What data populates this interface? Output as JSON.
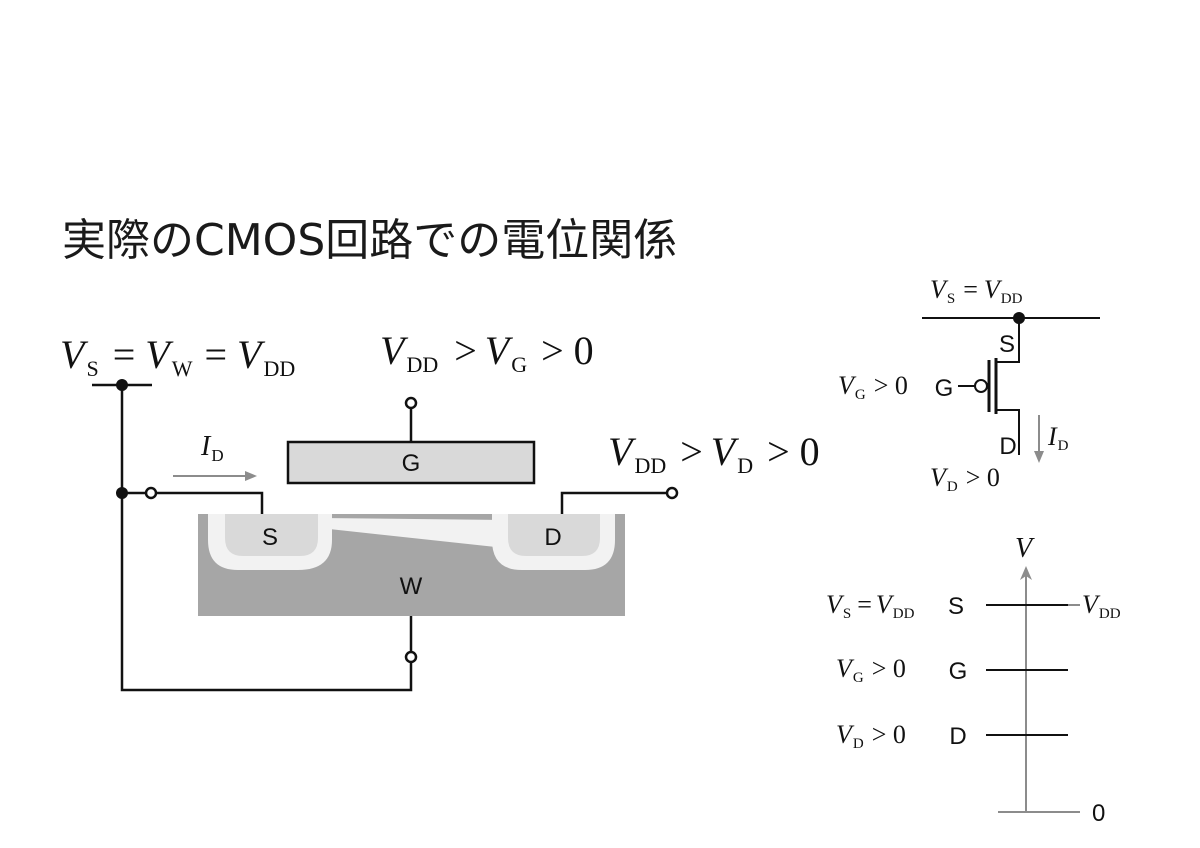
{
  "title": "実際のCMOS回路での電位関係",
  "cross_section": {
    "eq_source": {
      "v1": "V",
      "s1": "S",
      "op1": "=",
      "v2": "V",
      "s2": "W",
      "op2": "=",
      "v3": "V",
      "s3": "DD"
    },
    "eq_gate": {
      "v1": "V",
      "s1": "DD",
      "op1": ">",
      "v2": "V",
      "s2": "G",
      "op2": "> 0"
    },
    "eq_drain": {
      "v1": "V",
      "s1": "DD",
      "op1": ">",
      "v2": "V",
      "s2": "D",
      "op2": "> 0"
    },
    "current": {
      "v": "I",
      "s": "D"
    },
    "gate_label": "G",
    "source_label": "S",
    "drain_label": "D",
    "well_label": "W"
  },
  "symbol": {
    "supply": {
      "v1": "V",
      "s1": "S",
      "op": "=",
      "v2": "V",
      "s2": "DD"
    },
    "gate_cond": {
      "v": "V",
      "s": "G",
      "op": "> 0"
    },
    "drain_cond": {
      "v": "V",
      "s": "D",
      "op": "> 0"
    },
    "current": {
      "v": "I",
      "s": "D"
    },
    "s_label": "S",
    "g_label": "G",
    "d_label": "D"
  },
  "levels": {
    "axis_label": "V",
    "zero_label": "0",
    "vdd_label": {
      "v": "V",
      "s": "DD"
    },
    "rows": [
      {
        "v1": "V",
        "s1": "S",
        "op": "=",
        "v2": "V",
        "s2": "DD",
        "terminal": "S"
      },
      {
        "v1": "V",
        "s1": "G",
        "op": "> 0",
        "terminal": "G"
      },
      {
        "v1": "V",
        "s1": "D",
        "op": "> 0",
        "terminal": "D"
      }
    ]
  },
  "colors": {
    "substrate": "#a6a6a6",
    "diffusion_halo": "#f2f2f2",
    "diffusion": "#d9d9d9",
    "gate_fill": "#d9d9d9",
    "arrow_gray": "#8c8c8c",
    "line": "#111111"
  }
}
